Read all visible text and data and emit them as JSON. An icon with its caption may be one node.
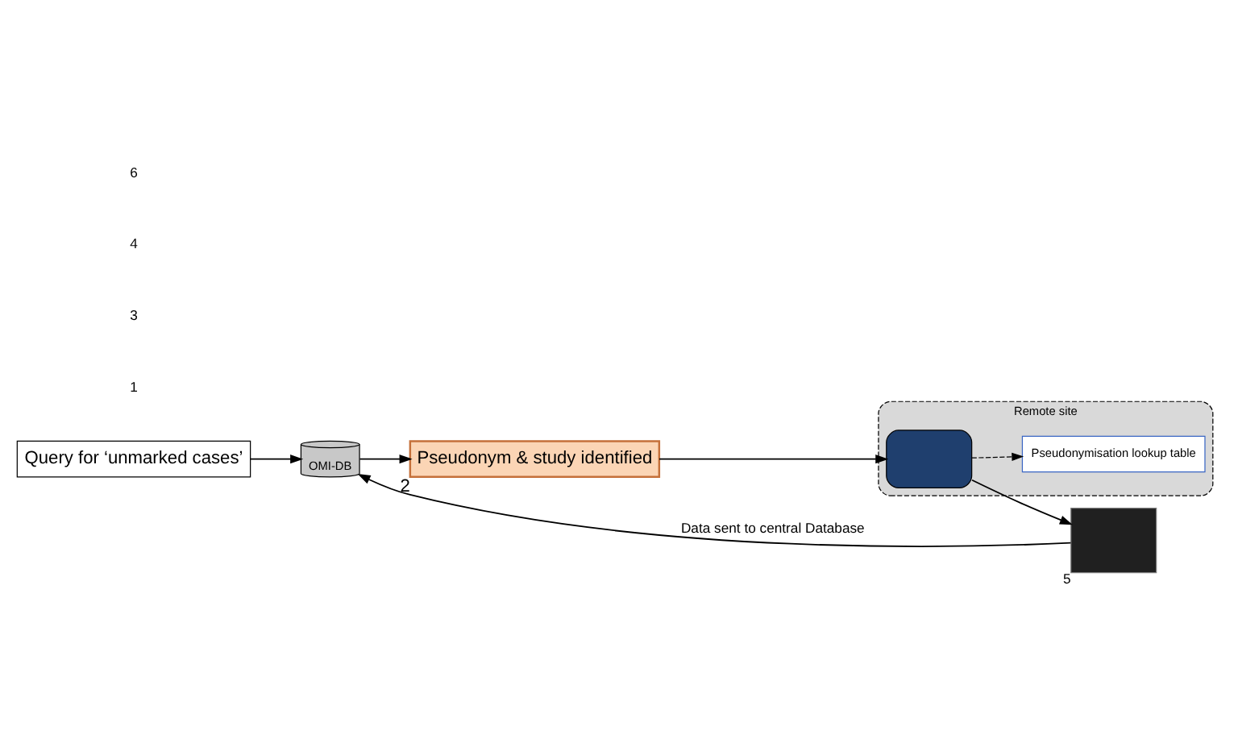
{
  "diagram": {
    "nodes": [
      {
        "text": [
          "Query for ‘unmarked cases’"
        ]
      },
      {
        "text": [
          "OMI-DB"
        ]
      },
      {
        "text": [
          "Pseudonym & study identified"
        ],
        "beside": [
          "2"
        ]
      },
      {
        "text": [
          "Remote site"
        ]
      },
      {
        "text": [],
        "shape": "box",
        "in": 3
      },
      {
        "text": [
          "Pseudonymisation lookup table"
        ],
        "in": 3
      },
      {
        "text": [],
        "shape": "box",
        "beside": [
          "5"
        ]
      }
    ],
    "edges": [
      {
        "from": 0,
        "to": 1,
        "arrow": "to"
      },
      {
        "from": 1,
        "to": 2,
        "arrow": "to"
      },
      {
        "from": 2,
        "to": 4,
        "arrow": "to"
      },
      {
        "from": 4,
        "to": 6,
        "arrow": "to"
      },
      {
        "from": 4,
        "to": 5,
        "arrow": "to",
        "style": "dashed"
      },
      {
        "from": 6,
        "to": 1,
        "arrow": "to",
        "label": "Data sent to central Database"
      }
    ],
    "labels": [
      "1",
      "3",
      "4",
      "6"
    ]
  }
}
